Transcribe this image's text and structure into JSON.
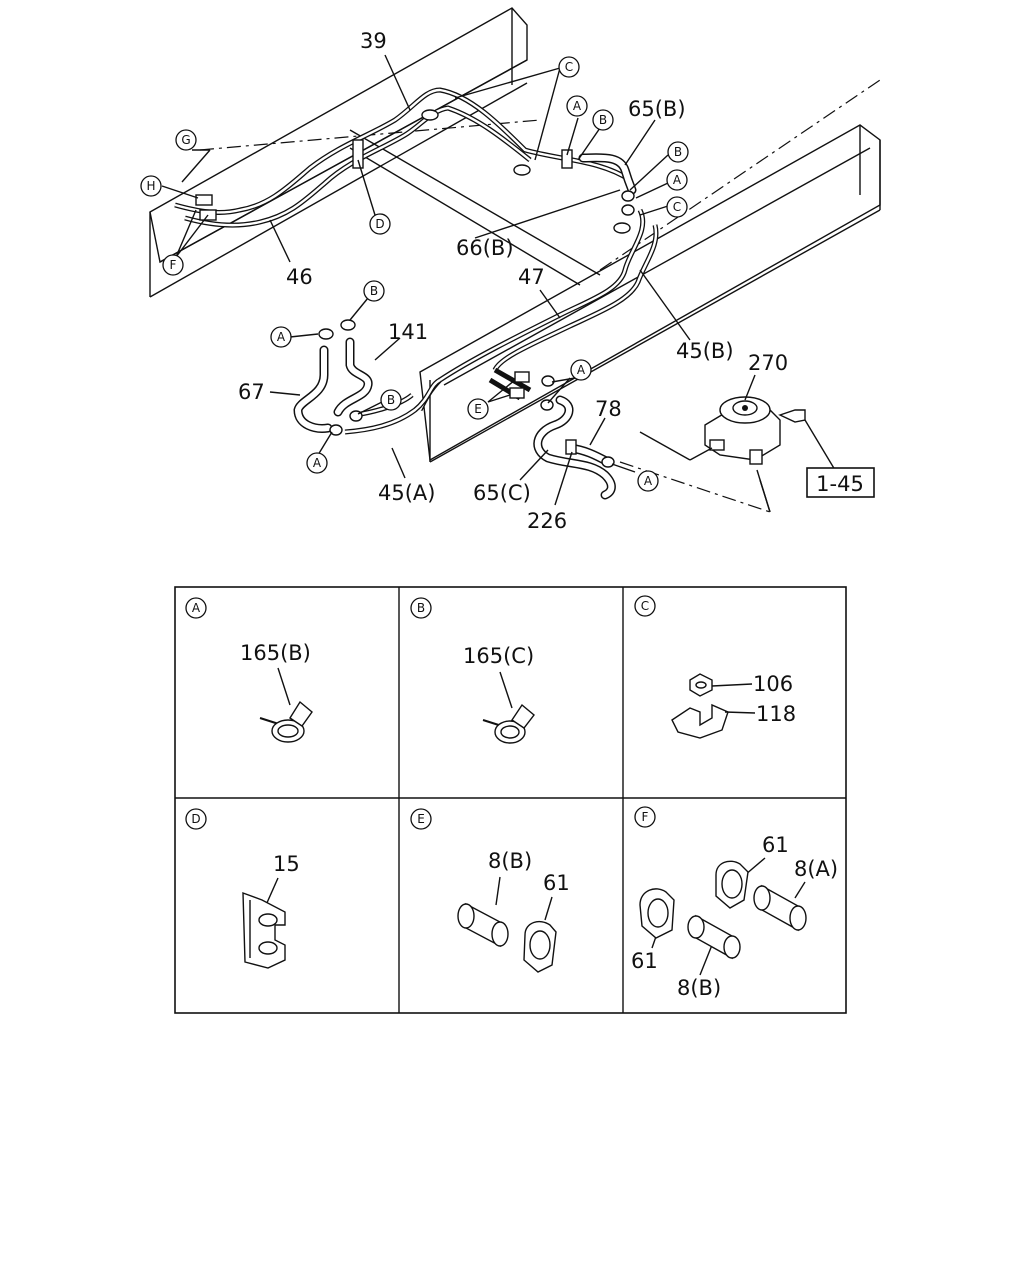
{
  "main_labels": {
    "p39": "39",
    "p46": "46",
    "p47": "47",
    "p65b": "65(B)",
    "p66b": "66(B)",
    "p45b": "45(B)",
    "p270": "270",
    "p141": "141",
    "p67": "67",
    "p45a": "45(A)",
    "p65c": "65(C)",
    "p78": "78",
    "p226": "226",
    "ref_box": "1-45"
  },
  "callouts": [
    "A",
    "B",
    "C",
    "D",
    "E",
    "F",
    "G",
    "H"
  ],
  "detail_panels": [
    {
      "letter": "A",
      "labels": [
        "165(B)"
      ]
    },
    {
      "letter": "B",
      "labels": [
        "165(C)"
      ]
    },
    {
      "letter": "C",
      "labels": [
        "106",
        "118"
      ]
    },
    {
      "letter": "D",
      "labels": [
        "15"
      ]
    },
    {
      "letter": "E",
      "labels": [
        "8(B)",
        "61"
      ]
    },
    {
      "letter": "F",
      "labels": [
        "61",
        "8(A)",
        "61",
        "8(B)"
      ]
    }
  ]
}
